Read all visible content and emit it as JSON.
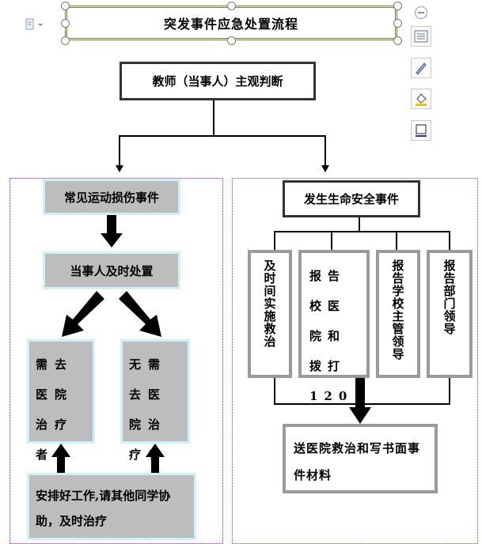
{
  "document": {
    "title": "突发事件应急处置流程",
    "top_node": "教师（当事人）主观判断",
    "left_branch": {
      "header": "常见运动损伤事件",
      "step": "当事人及时处置",
      "need_hospital": "需去医院治疗者",
      "no_hospital": "无需去医院治疗者",
      "arrange": "安排好工作,请其他同学协助，及时治疗"
    },
    "right_branch": {
      "header": "发生生命安全事件",
      "items": [
        "及时间实施救治",
        "报告校医院和拨打120",
        "报告学校主管领导",
        "报告部门领导"
      ],
      "final": "送医院救治和写书面事件材料"
    }
  },
  "toolbar": {
    "icons": [
      "collapse-icon",
      "layout-options-icon",
      "shape-style-icon",
      "fill-color-icon",
      "outline-icon"
    ]
  },
  "colors": {
    "title_border": "#6f7f2a",
    "left_region_border": "#c000c0",
    "right_region_border": "#7a4a2a",
    "gray_fill": "#bdbdbd",
    "cyan_border": "#ccf2f8"
  }
}
